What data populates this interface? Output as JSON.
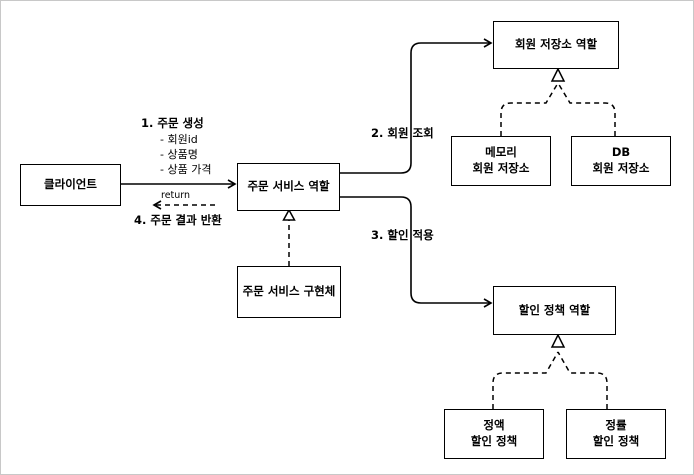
{
  "boxes": {
    "client": "클라이언트",
    "order_service_role": "주문 서비스 역할",
    "order_service_impl": "주문 서비스 구현체",
    "member_repo_role": "회원 저장소 역할",
    "memory_repo": [
      "메모리",
      "회원 저장소"
    ],
    "db_repo": [
      "DB",
      "회원 저장소"
    ],
    "discount_policy_role": "할인 정책 역할",
    "fixed_discount": [
      "정액",
      "할인 정책"
    ],
    "rate_discount": [
      "정률",
      "할인 정책"
    ]
  },
  "labels": {
    "create_order": "1. 주문 생성",
    "params": [
      "- 회원id",
      "- 상품명",
      "- 상품 가격"
    ],
    "return": "return",
    "return_result": "4. 주문 결과 반환",
    "lookup_member": "2. 회원 조회",
    "apply_discount": "3. 할인 적용"
  }
}
